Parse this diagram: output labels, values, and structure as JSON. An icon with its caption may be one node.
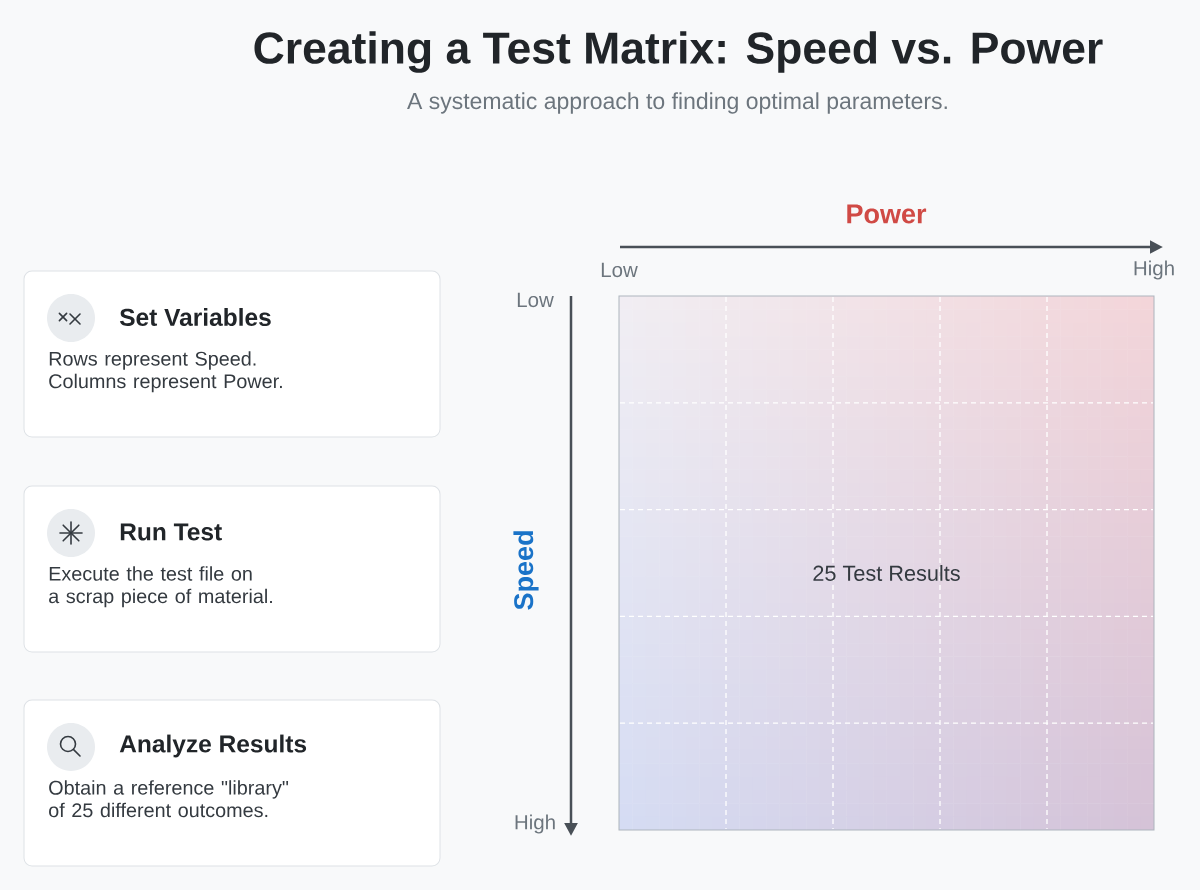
{
  "diagram": {
    "title": "Creating a Test Matrix: Speed vs. Power",
    "nodes": [
      {
        "text": [
          "Set Variables",
          "Rows represent Speed. Columns represent Power."
        ]
      },
      {
        "text": [
          "Run Test",
          "Execute the test file on a scrap piece of material."
        ]
      },
      {
        "text": [
          "Analyze Results",
          "Obtain a reference \"library\" of 25 different outcomes."
        ]
      },
      {
        "text": [
          "25 Test Results"
        ]
      }
    ],
    "labels": [
      "A systematic approach to finding optimal parameters.",
      "Power",
      "Low",
      "High",
      "Low",
      "Speed",
      "High"
    ]
  }
}
